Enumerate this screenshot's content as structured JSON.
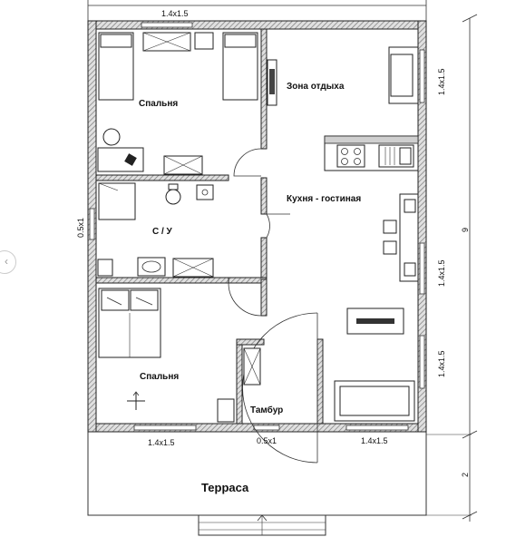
{
  "rooms": {
    "bedroom_top": "Спальня",
    "lounge": "Зона отдыха",
    "bathroom": "С / У",
    "kitchen": "Кухня - гостиная",
    "bedroom_bottom": "Спальня",
    "vestibule": "Тамбур",
    "terrace": "Терраса"
  },
  "dimensions": {
    "top_window": "1.4x1.5",
    "right_window_top": "1.4x1.5",
    "right_window_mid": "1.4x1.5",
    "right_window_bottom": "1.4x1.5",
    "left_window": "0.5x1",
    "bottom_left_window": "1.4x1.5",
    "bottom_mid_window": "0.5x1",
    "bottom_right_window": "1.4x1.5",
    "house_depth": "9",
    "terrace_depth": "2"
  },
  "colors": {
    "wall": "#9a9a9a",
    "line": "#222222"
  }
}
